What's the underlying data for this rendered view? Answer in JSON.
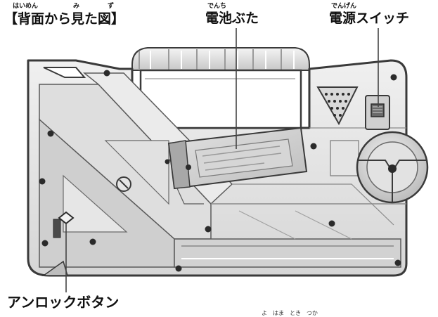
{
  "title": {
    "text": "【背面から見た図】",
    "ruby": [
      "はいめん",
      "み",
      "ず"
    ]
  },
  "callouts": {
    "battery_cover": {
      "text": "電池ぶた",
      "ruby": "でんち"
    },
    "power_switch": {
      "text": "電源スイッチ",
      "ruby": "でんげん"
    },
    "unlock_button": {
      "text": "アンロックボタン"
    }
  },
  "battery_cover_plate": {
    "line1": "",
    "line2": ""
  },
  "cutoff_text": "よ　はま　とき　つか",
  "colors": {
    "body_light": "#e9e9e9",
    "body_mid": "#cfcfcf",
    "body_dark": "#8a8a8a",
    "outline": "#3a3a3a",
    "screw": "#2b2b2b",
    "leader_line": "#444444"
  }
}
